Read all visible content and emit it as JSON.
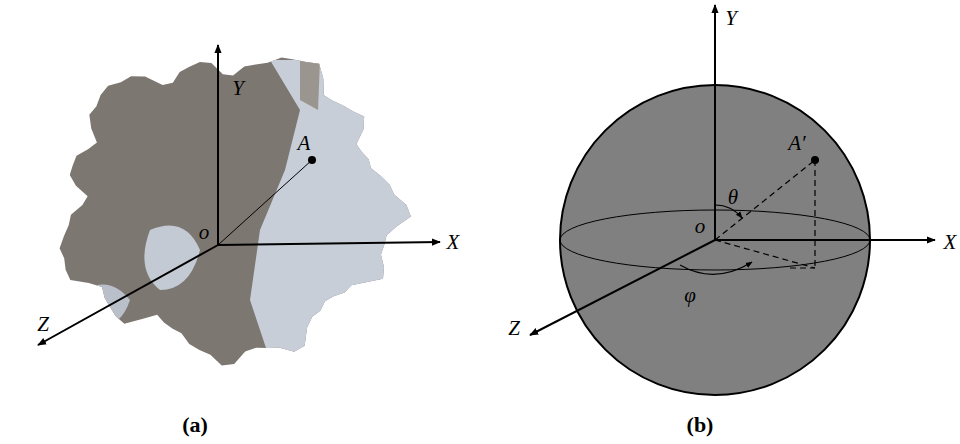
{
  "diagram": {
    "labels": [
      "Y",
      "A",
      "o",
      "X",
      "Z",
      "(a)",
      "Y",
      "A′",
      "θ",
      "o",
      "φ",
      "X",
      "Z",
      "(b)"
    ]
  }
}
